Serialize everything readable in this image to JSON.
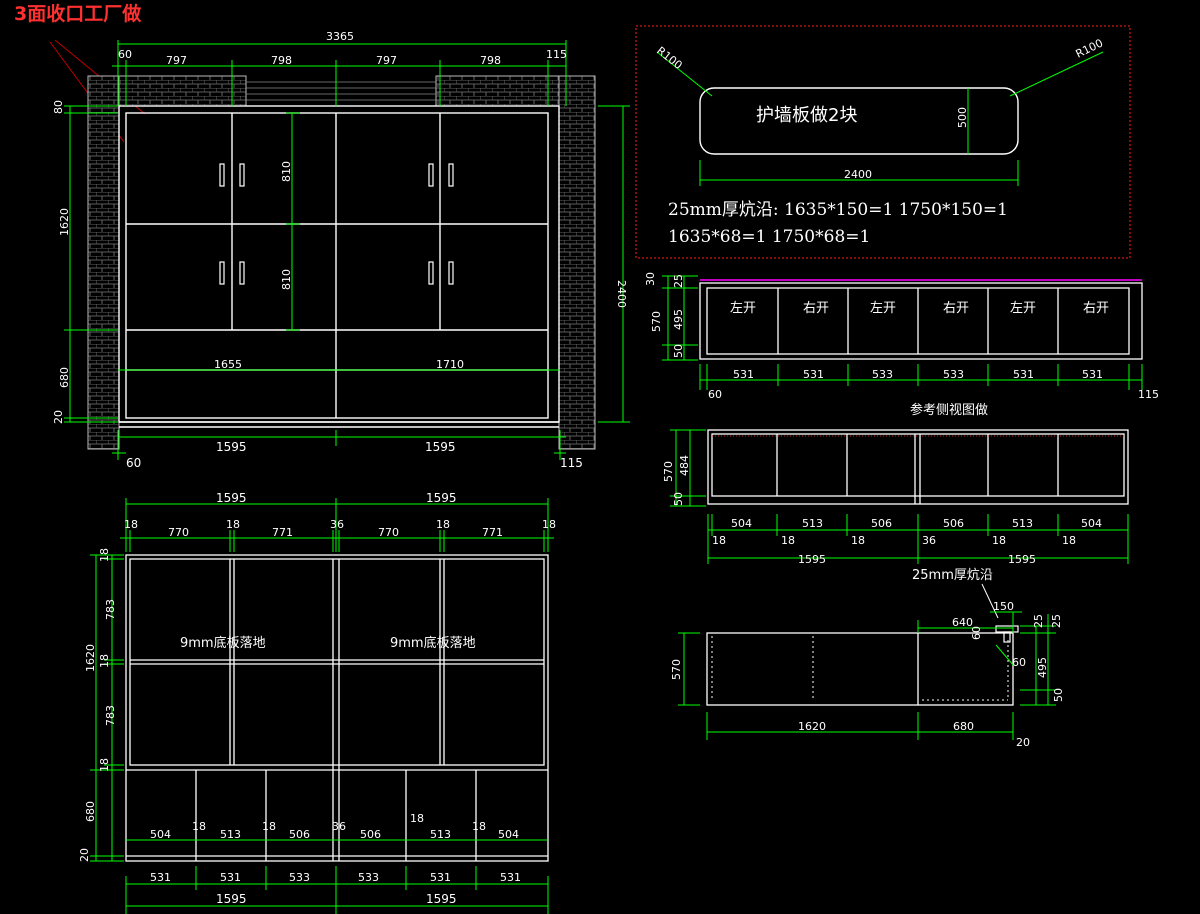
{
  "title_note": "3面收口工厂做",
  "front_view": {
    "overall_width": "3365",
    "left_edge": "60",
    "right_edge": "115",
    "top_widths": [
      "797",
      "798",
      "797",
      "798"
    ],
    "left_heights": [
      "80",
      "1620",
      "680",
      "20"
    ],
    "door_heights": [
      "810",
      "810"
    ],
    "overall_height": "2400",
    "drawer_widths": [
      "1655",
      "1710"
    ],
    "base_widths": [
      "1595",
      "1595"
    ],
    "base_left": "60",
    "base_right": "115"
  },
  "panel_note": {
    "title": "护墙板做2块",
    "radius_left": "R100",
    "radius_right": "R100",
    "height": "500",
    "width": "2400",
    "line1": "25mm厚炕沿: 1635*150=1    1750*150=1",
    "line2": "1635*68=1    1750*68=1"
  },
  "side_a": {
    "door_labels": [
      "左开",
      "右开",
      "左开",
      "右开",
      "左开",
      "右开"
    ],
    "heights": [
      "30",
      "25",
      "570",
      "495",
      "50"
    ],
    "widths": [
      "531",
      "531",
      "533",
      "533",
      "531",
      "531"
    ],
    "edge_left": "60",
    "edge_right": "115",
    "caption": "参考侧视图做"
  },
  "side_b": {
    "heights": [
      "570",
      "484",
      "50"
    ],
    "widths": [
      "504",
      "513",
      "506",
      "506",
      "513",
      "504"
    ],
    "gaps": [
      "18",
      "18",
      "18",
      "36",
      "18",
      "18"
    ],
    "totals": [
      "1595",
      "1595"
    ]
  },
  "section": {
    "note": "25mm厚炕沿",
    "top_a": "640",
    "top_b": "150",
    "small_a": "25",
    "small_b": "25",
    "small_c": "60",
    "small_d": "60",
    "height_left": "570",
    "height_right_a": "495",
    "height_right_b": "50",
    "width_a": "1620",
    "width_b": "680",
    "bottom_right": "20"
  },
  "plan_view": {
    "top_totals": [
      "1595",
      "1595"
    ],
    "top_gaps": [
      "18",
      "18",
      "36",
      "18",
      "18"
    ],
    "top_widths": [
      "770",
      "771",
      "770",
      "771"
    ],
    "left_heights": [
      "18",
      "783",
      "18",
      "783",
      "18",
      "680",
      "20"
    ],
    "left_total": "1620",
    "floor_label_left": "9mm底板落地",
    "floor_label_right": "9mm底板落地",
    "drawer_widths": [
      "504",
      "513",
      "506",
      "506",
      "513",
      "504"
    ],
    "drawer_gaps": [
      "18",
      "18",
      "36",
      "18",
      "18"
    ],
    "bottom_widths": [
      "531",
      "531",
      "533",
      "533",
      "531",
      "531"
    ],
    "bottom_totals": [
      "1595",
      "1595"
    ]
  },
  "colors": {
    "dimension_line": "#00ff00",
    "outline": "#ffffff",
    "note_text": "#ff3030",
    "leader": "#c00000",
    "border_dotted": "#ff2020",
    "magenta": "#ff00ff",
    "background": "#000000"
  }
}
